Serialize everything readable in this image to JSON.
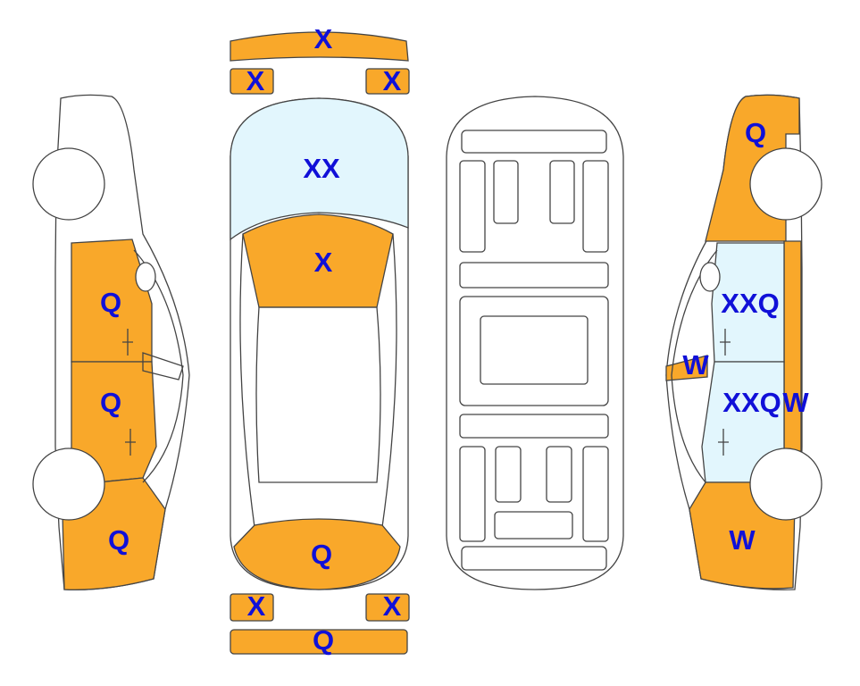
{
  "colors": {
    "damage": "#F9A82A",
    "glass": "#E2F6FD",
    "code": "#1010D8",
    "outline": "#444444"
  },
  "parts": {
    "front_bumper": "X",
    "headlight_left": "X",
    "headlight_right": "X",
    "windshield": "XX",
    "hood": "X",
    "trunk": "Q",
    "taillight_left": "X",
    "taillight_right": "X",
    "rear_bumper": "Q",
    "left_front_door": "Q",
    "left_rear_door": "Q",
    "left_rear_quarter": "Q",
    "right_front_fender": "Q",
    "right_front_door": "XXQ",
    "right_mirror": "W",
    "right_rear_door": "XXQ",
    "right_rear_pillar": "W",
    "right_rear_quarter": "W"
  }
}
